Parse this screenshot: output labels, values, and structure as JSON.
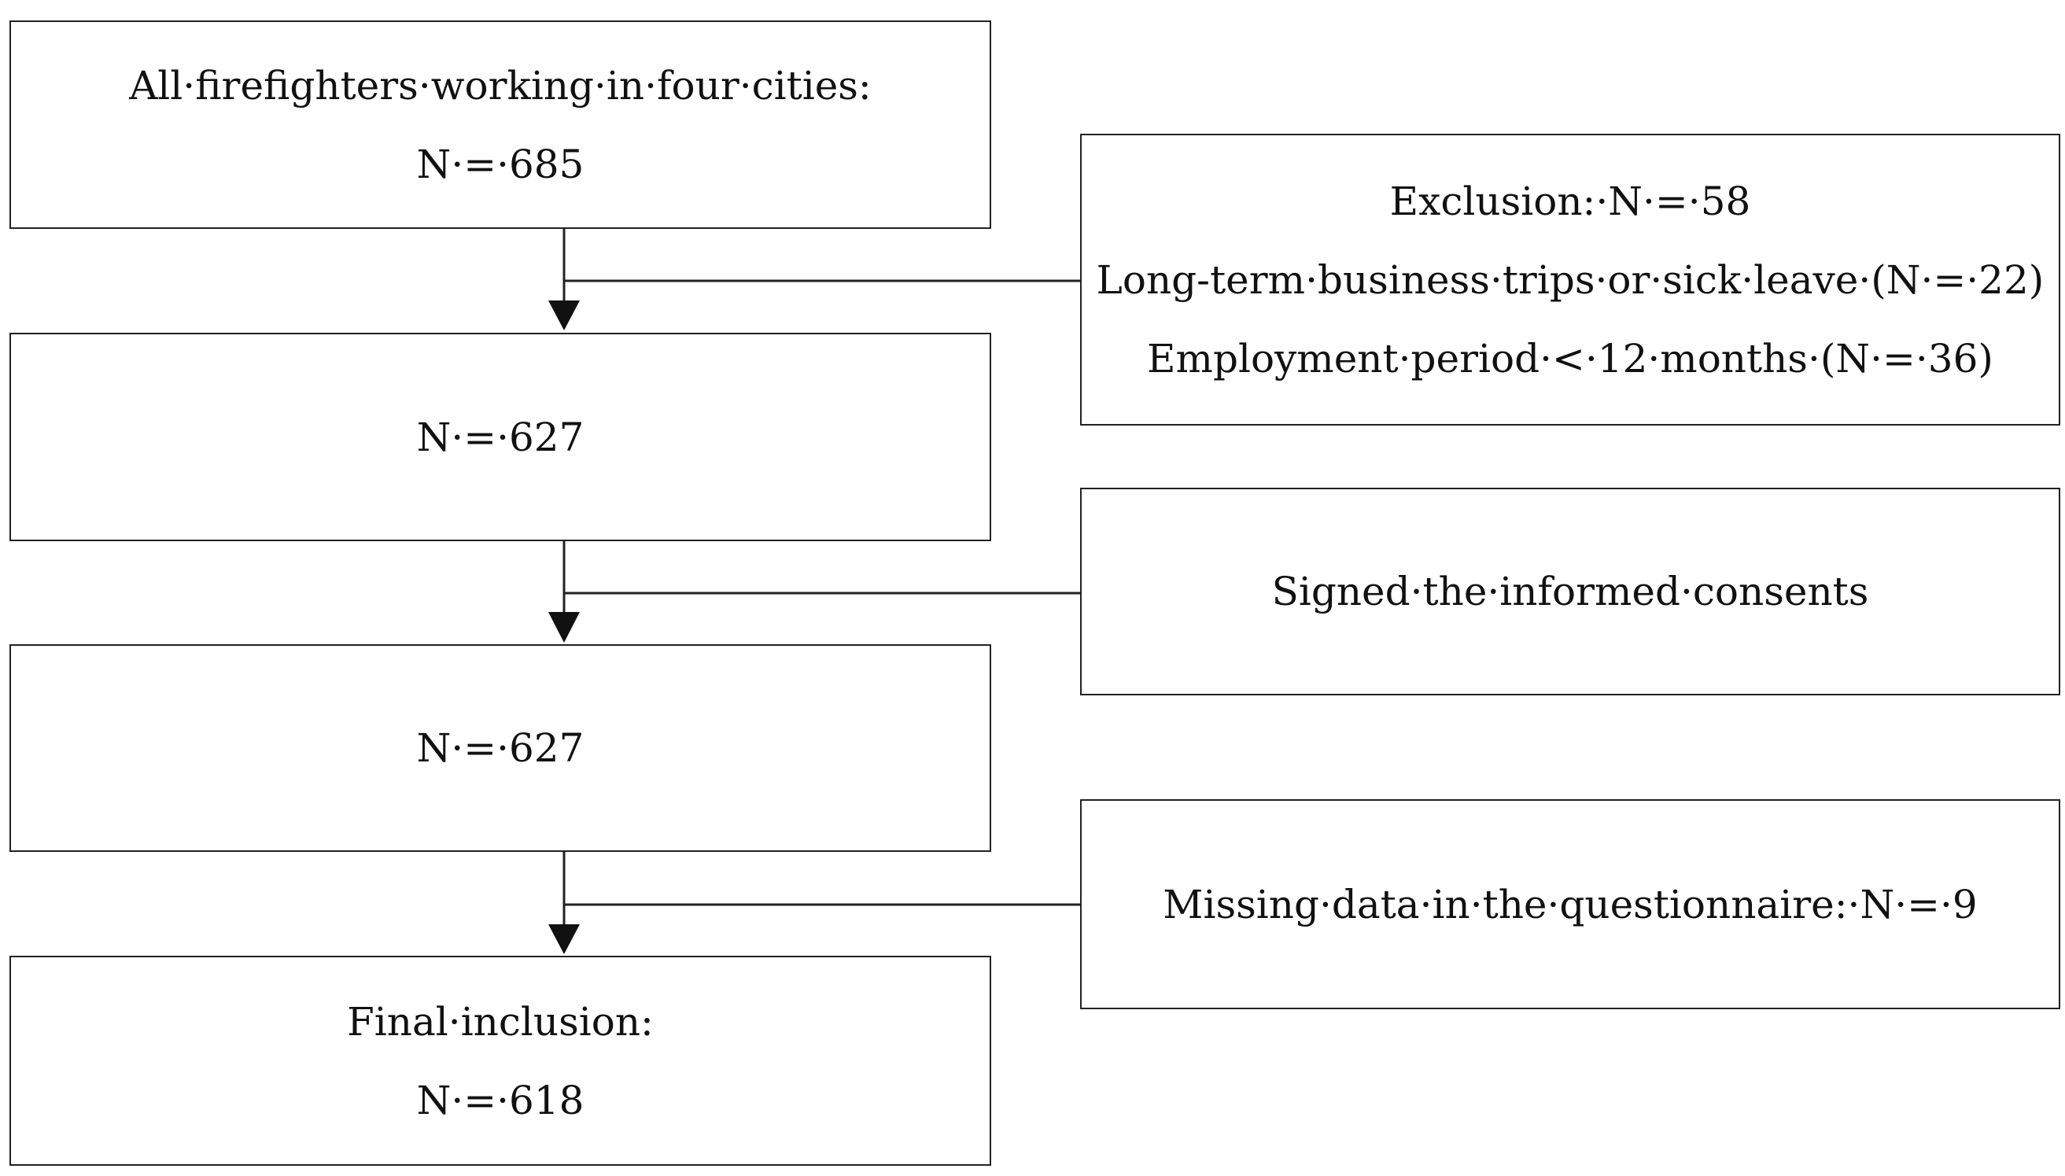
{
  "flow": {
    "step1": {
      "line1": "All·firefighters·working·in·four·cities:",
      "line2": "N·=·685"
    },
    "step2": {
      "line1": "N·=·627"
    },
    "step3": {
      "line1": "N·=·627"
    },
    "step4": {
      "line1": "Final·inclusion:",
      "line2": "N·=·618"
    }
  },
  "side": {
    "exclusion": {
      "line1": "Exclusion:·N·=·58",
      "line2": "Long-term·business·trips·or·sick·leave·(N·=·22)",
      "line3": "Employment·period·<·12·months·(N·=·36)"
    },
    "consent": {
      "line1": "Signed·the·informed·consents"
    },
    "missing": {
      "line1": "Missing·data·in·the·questionnaire:·N·=·9"
    }
  }
}
